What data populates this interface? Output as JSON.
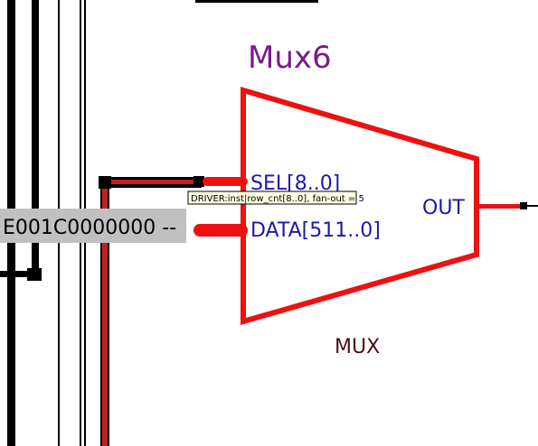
{
  "mux": {
    "instance_name": "Mux6",
    "type_label": "MUX",
    "ports": {
      "sel": "SEL[8..0]",
      "data": "DATA[511..0]",
      "out": "OUT"
    }
  },
  "constant_input": "E001C0000000 --",
  "tooltip": "DRIVER:inst|row_cnt[8..0], fan-out = 5",
  "colors": {
    "wire_red": "#ee1111",
    "bus_dark_red": "#8b1a1a",
    "mux_title": "#7a1a8c",
    "port_text": "#1a1aa8",
    "constant_box": "#c0c0c0"
  }
}
